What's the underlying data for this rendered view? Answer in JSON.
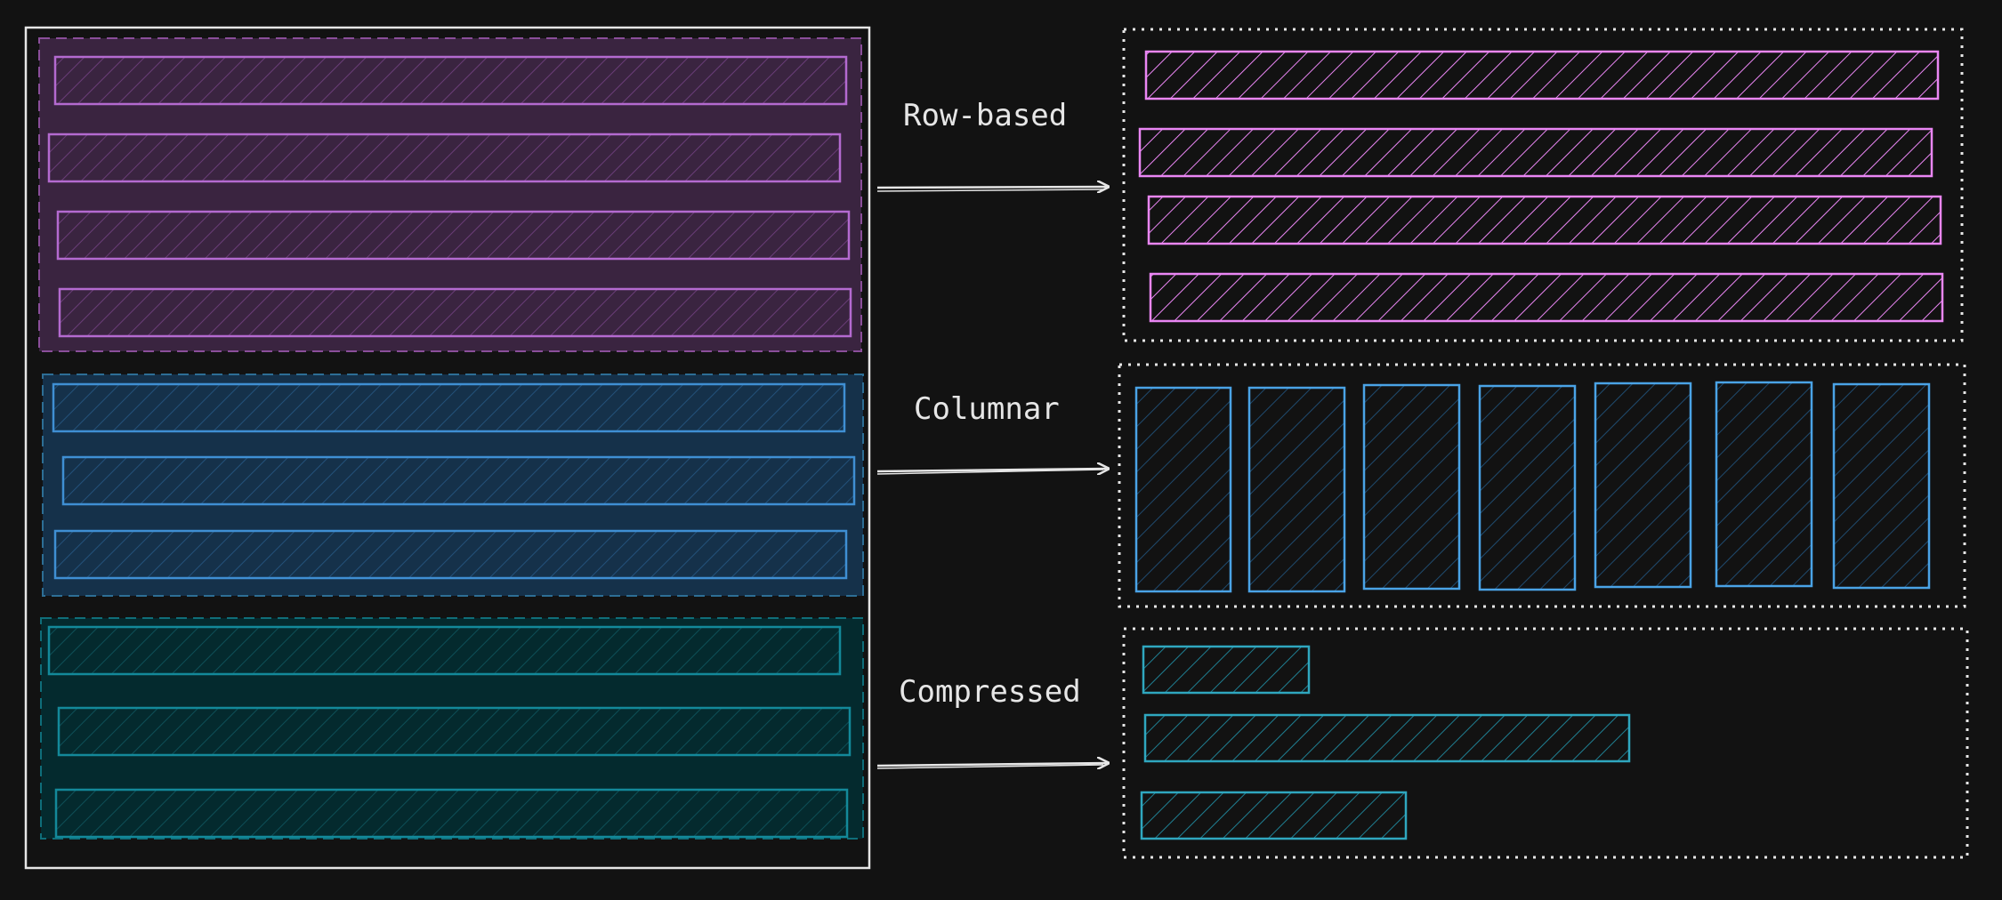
{
  "labels": {
    "row_based": "Row-based",
    "columnar": "Columnar",
    "compressed": "Compressed"
  },
  "colors": {
    "background": "#121212",
    "outline": "#e6e6e6",
    "purple": "#b46ad0",
    "purple_bright": "#ea86f4",
    "purple_fill": "#3a2440",
    "blue": "#3f8fd3",
    "blue_bright": "#4aa3e6",
    "blue_fill": "#15314a",
    "teal": "#13899a",
    "teal_bright": "#2fa7bf",
    "teal_fill": "#042a2e"
  },
  "icons": [
    "arrow-right-icon"
  ]
}
